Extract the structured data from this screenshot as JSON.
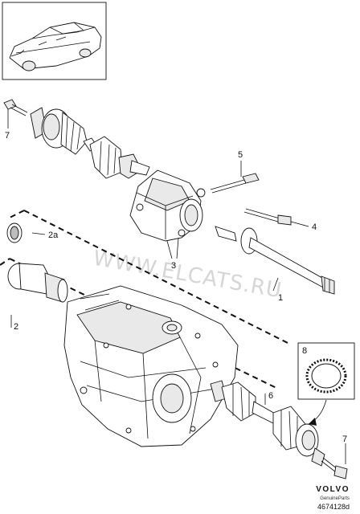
{
  "callouts": {
    "c1": "1",
    "c2": "2",
    "c2a": "2a",
    "c3": "3",
    "c4": "4",
    "c5": "5",
    "c6": "6",
    "c7_top": "7",
    "c7_bottom": "7",
    "c8": "8"
  },
  "watermark": "WWW.ELCATS.RU",
  "brand": {
    "name": "VOLVO",
    "tagline": "GenuineParts"
  },
  "reference": "4674128d"
}
